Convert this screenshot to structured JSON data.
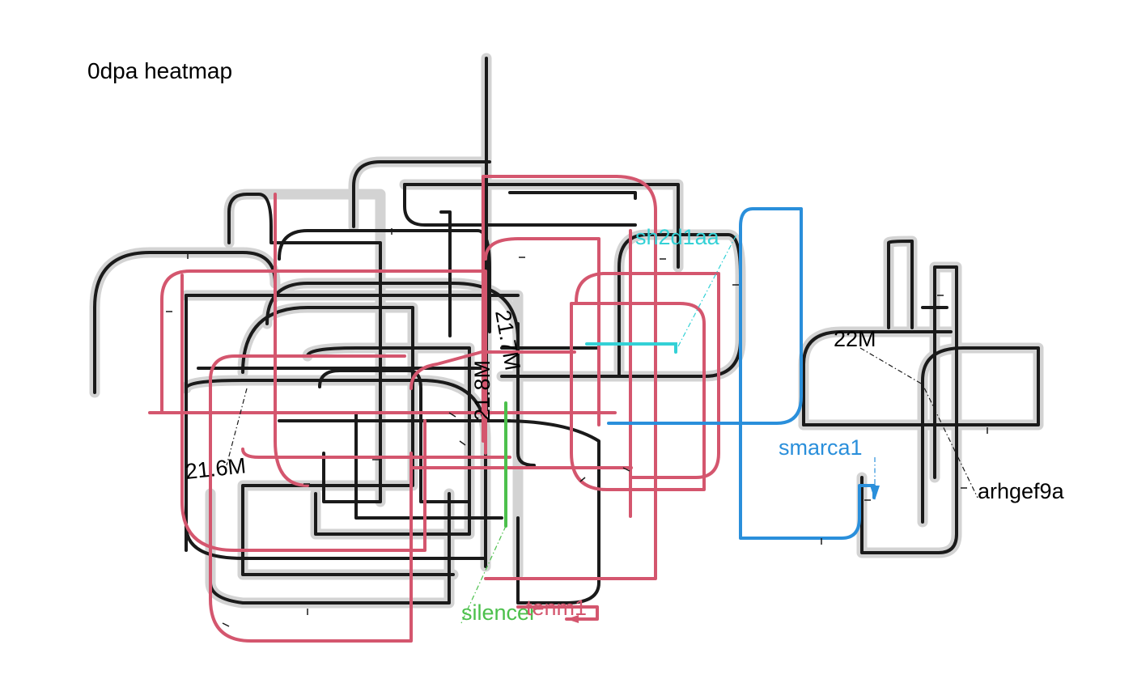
{
  "title": "0dpa heatmap",
  "coordinate_labels": [
    "21.6M",
    "21.8M",
    "22M"
  ],
  "center_label_a": "21.7M",
  "center_label_b": "21.8M",
  "features": [
    {
      "name": "sh2d1aa",
      "color": "#33d1d6"
    },
    {
      "name": "smarca1",
      "color": "#2a8fdb"
    },
    {
      "name": "arhgef9a",
      "color": "#000000"
    },
    {
      "name": "silencer",
      "color": "#4cc04c"
    },
    {
      "name": "tenm1",
      "color": "#d4566e"
    }
  ],
  "colors": {
    "track": "#1a1a1a",
    "halo": "#d3d3d3",
    "pink": "#d4566e",
    "blue": "#2a8fdb",
    "cyan": "#33d1d6",
    "green": "#4cc04c"
  }
}
